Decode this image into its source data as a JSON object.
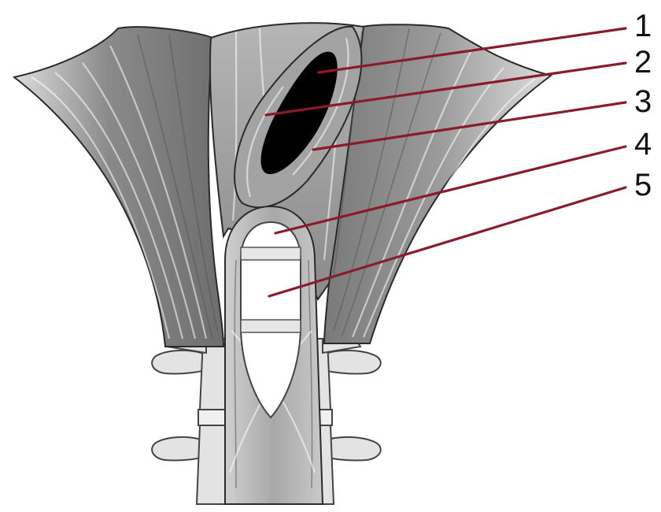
{
  "figure": {
    "labels": [
      "1",
      "2",
      "3",
      "4",
      "5"
    ]
  },
  "colors": {
    "leader_line": "#8b1a2b",
    "muscle_fill": "#8c8c8c",
    "muscle_light": "#bdbdbd",
    "bone_fill": "#e3e3e3",
    "hiatus_fill": "#000000"
  }
}
